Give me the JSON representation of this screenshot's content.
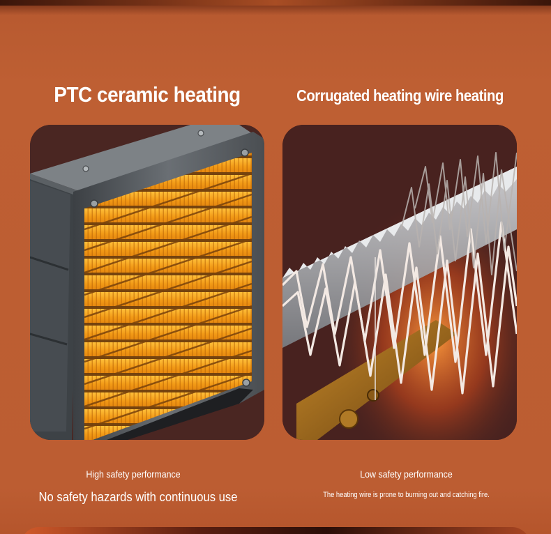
{
  "left": {
    "title": "PTC ceramic heating",
    "subtitle": "High safety performance",
    "description": "No safety hazards with continuous use"
  },
  "right": {
    "title": "Corrugated heating wire heating",
    "subtitle": "Low safety performance",
    "description": "The heating wire is prone to burning out and catching fire."
  },
  "colors": {
    "background": "#bc5d32",
    "panel": "#4a2622",
    "fin_glow": "#f0a21c",
    "frame": "#5f6468"
  }
}
